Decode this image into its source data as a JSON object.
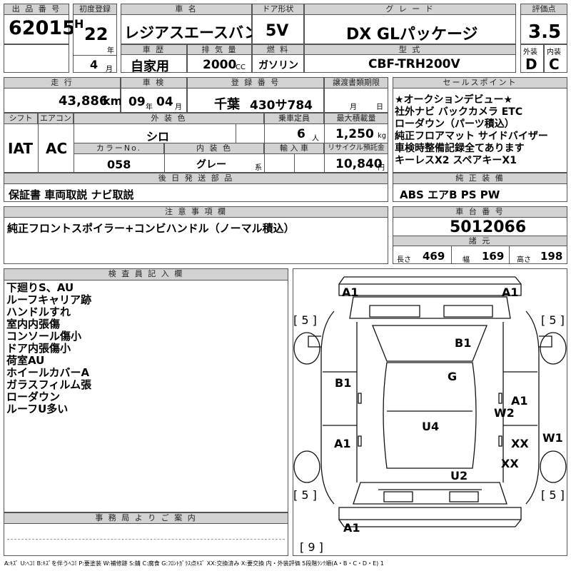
{
  "header": {
    "lot_label": "出 品 番 号",
    "lot_no": "62015",
    "first_reg_label": "初度登録",
    "era": "H",
    "year": "22",
    "nen": "年",
    "month": "4",
    "tsuki": "月",
    "car_name_label": "車 名",
    "car_name": "レジアスエースバン",
    "doors_label": "ドア形状",
    "doors": "5V",
    "grade_label": "グ レ ー ド",
    "grade": "DX GLパッケージ",
    "score_label": "評価点",
    "score": "3.5",
    "history_label": "車 歴",
    "history": "自家用",
    "displacement_label": "排 気 量",
    "displacement": "2000",
    "cc": "CC",
    "fuel_label": "燃 料",
    "fuel": "ガソリン",
    "model_label": "型 式",
    "model": "CBF-TRH200V",
    "ext_label": "外装",
    "ext": "D",
    "int_label": "内装",
    "int": "C"
  },
  "row2": {
    "mileage_label": "走 行",
    "mileage": "43,886",
    "km": "km",
    "inspection_label": "車 検",
    "insp_year": "09",
    "insp_nen": "年",
    "insp_month": "04",
    "insp_tsuki": "月",
    "plate_label": "登 録 番 号",
    "plate_city": "千葉",
    "plate_no": "430サ784",
    "transfer_label": "譲渡書類期限",
    "transfer_month": "月",
    "transfer_day": "日",
    "shift_label": "シフト",
    "shift": "IAT",
    "ac_label": "エアコン",
    "ac": "AC",
    "ext_color_label": "外 装 色",
    "ext_color": "シロ",
    "capacity_label": "乗車定員",
    "capacity": "6",
    "nin": "人",
    "max_load_label": "最大積載量",
    "max_load": "1,250",
    "kg": "kg",
    "color_no_label": "カラーNo.",
    "color_no": "058",
    "int_color_label": "内 装 色",
    "int_color": "グレー",
    "kei": "系",
    "import_label": "輸 入 車",
    "recycle_label": "リサイクル預託金",
    "recycle": "10,840",
    "yen": "円",
    "later_parts_label": "後 日 発 送 部 品",
    "later_parts": "保証書 車両取説 ナビ取説",
    "notes_label": "注 意 事 項 欄",
    "notes": "純正フロントスポイラー+コンビハンドル（ノーマル積込）"
  },
  "sales_points": {
    "label": "セールスポイント",
    "lines": [
      "★オークションデビュー★",
      "社外ナビ バックカメラ ETC",
      "ローダウン（パーツ積込）",
      "純正フロアマット サイドバイザー",
      "車検時整備記録全てあります",
      "キーレスX2 スペアキーX1"
    ]
  },
  "standard_equip": {
    "label": "純 正 装 備",
    "value": "ABS エアB PS PW"
  },
  "chassis": {
    "label": "車 台 番 号",
    "value": "5012066"
  },
  "specs": {
    "label": "諸 元",
    "len_label": "長さ",
    "len": "469",
    "wid_label": "幅",
    "wid": "169",
    "hgt_label": "高さ",
    "hgt": "198"
  },
  "inspector": {
    "label": "検 査 員 記 入 欄",
    "lines": [
      "下廻りS、AU",
      "ルーフキャリア跡",
      "ハンドルすれ",
      "室内内張傷",
      "コンソール傷小",
      "ドア内張傷小",
      "荷室AU",
      "ホイールカバーA",
      "ガラスフィルム張",
      "ローダウン",
      "ルーフU多い"
    ]
  },
  "office": {
    "label": "事 務 局 よ り ご 案 内"
  },
  "diagram": {
    "marks": {
      "a1_tl": "A1",
      "a1_tr": "A1",
      "b1_top": "B1",
      "g": "G",
      "b1_left": "B1",
      "a1_r": "A1",
      "w2": "W2",
      "u4": "U4",
      "a1_l": "A1",
      "xx_r": "XX",
      "w1": "W1",
      "xx_r2": "XX",
      "u2": "U2",
      "a1_bl": "A1"
    },
    "tires": {
      "fl": "[ 5 ]",
      "fr": "[ 5 ]",
      "rl": "[ 5 ]",
      "rr": "[ 5 ]",
      "spare": "[ 9 ]"
    }
  },
  "legend": "A:ｷｽﾞ U:ﾍｺﾐ B:ｷｽﾞを伴うﾍｺﾐ P:要塗装 W:補修跡 S:錆 C:腐食 G:ﾌﾛﾝﾄｶﾞﾗｽ点ｷｽﾞ XX:交換済み X:要交換 内・外装評価 5段階ﾗﾝｸ順(A・B・C・D・E) 1"
}
